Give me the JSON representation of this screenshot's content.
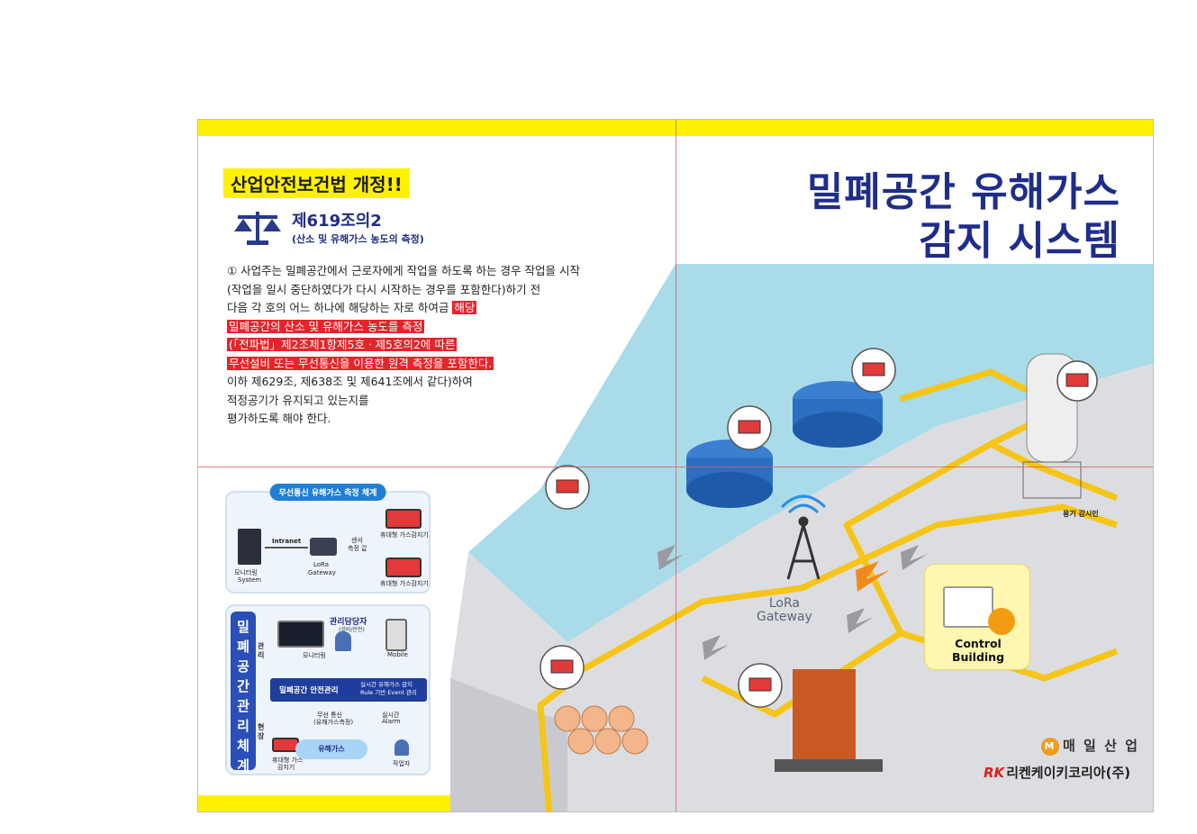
{
  "left": {
    "law_title": "산업안전보건법 개정!!",
    "article_no": "제619조의2",
    "article_sub": "(산소 및 유해가스 농도의 측정)",
    "body_lines": [
      {
        "text": "① 사업주는 밀폐공간에서 근로자에게 작업을 하도록 하는 경우 작업을 시작",
        "hl": false
      },
      {
        "text": "(작업을 일시 중단하였다가 다시 시작하는 경우를 포함한다)하기 전",
        "hl": false
      },
      {
        "text": "다음 각 호의 어느 하나에 해당하는 자로 하여금",
        "hl_tail": "해당"
      },
      {
        "text": "밀폐공간의 산소 및 유해가스 농도를 측정",
        "hl": true
      },
      {
        "text": "(「전파법」제2조제1항제5호ㆍ제5호의2에 따른",
        "hl": true
      },
      {
        "text": "무선설비 또는 무선통신을 이용한 원격 측정을 포함한다.",
        "hl": true
      },
      {
        "text": "이하 제629조, 제638조 및 제641조에서 같다)하여",
        "hl": false
      },
      {
        "text": "적정공기가 유지되고 있는지를",
        "hl": false
      },
      {
        "text": "평가하도록 해야 한다.",
        "hl": false
      }
    ],
    "box1": {
      "title": "무선통신 유해가스 측정 체계",
      "intranet": "Intranet",
      "sensor": "센서",
      "measure": "측정 값",
      "monitor": "모니터링",
      "system": "System",
      "lora": "LoRa",
      "gateway": "Gateway",
      "detector1": "휴대형 가스감지기",
      "detector2": "휴대형 가스감지기"
    },
    "box2": {
      "vertical": "밀폐공간관리체계",
      "side_top": "관리",
      "side_bottom": "현장",
      "manager": "관리담당자",
      "manager_sub": "(설비/안전)",
      "monitor": "모니터링",
      "mobile": "Mobile",
      "bar_main": "밀폐공간 안전관리",
      "bar_sub1": "실시간 유해가스 감지",
      "bar_sub2": "Rule 기반 Event 관리",
      "wireless": "무선 통신",
      "gas_measure": "(유해가스측정)",
      "realtime": "실시간",
      "alarm": "Alarm",
      "gas": "유해가스",
      "detector": "휴대형 가스",
      "detector2": "감지기",
      "worker": "작업자"
    }
  },
  "right": {
    "title_line1": "밀폐공간 유해가스",
    "title_line2": "감지 시스템",
    "lora_line1": "LoRa",
    "lora_line2": "Gateway",
    "control": "Control Building",
    "vessel_watch": "용기 감시인",
    "logo1": "매 일 산 업",
    "logo1_mark": "M",
    "logo2_mark": "RK",
    "logo2": "리켄케이키코리아(주)"
  },
  "colors": {
    "yellow": "#fff200",
    "navy": "#1f2d8a",
    "red": "#e8232a",
    "sea": "#a9dbe9",
    "ground": "#dcdde1",
    "pipe": "#f5c518"
  }
}
